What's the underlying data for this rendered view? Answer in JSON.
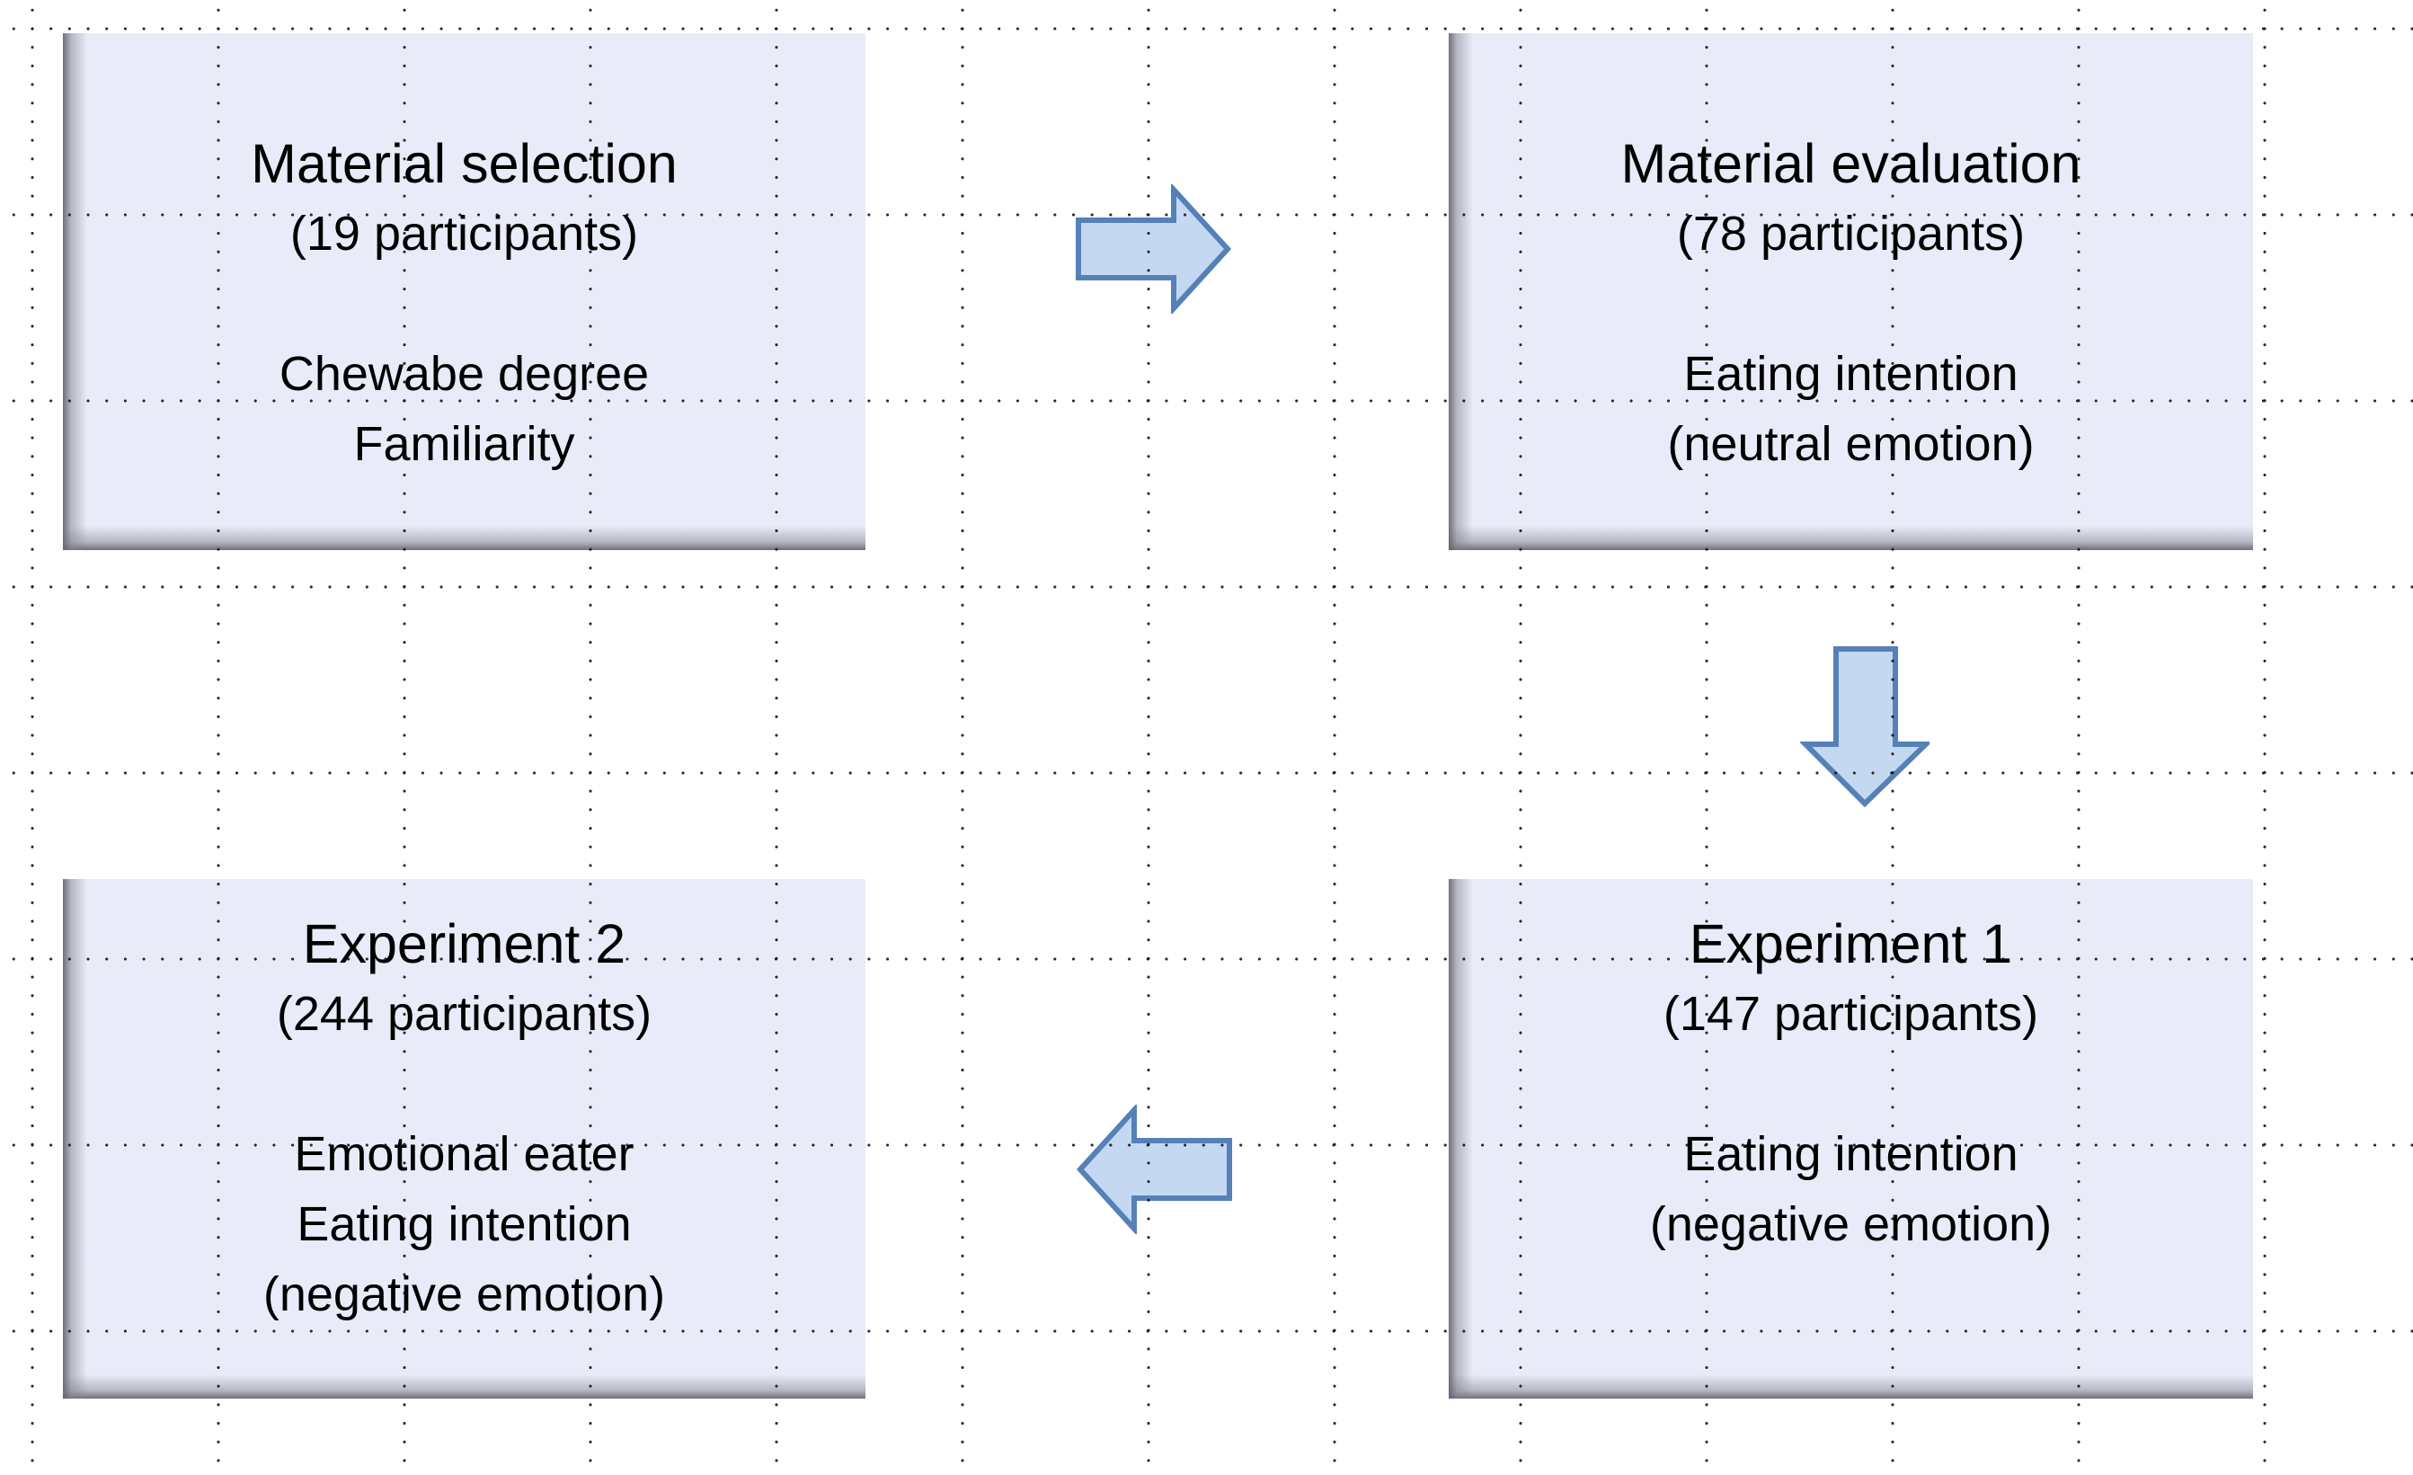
{
  "diagram": {
    "description": "Study flow diagram with four stages connected by block arrows over a dotted grid",
    "boxes": [
      {
        "id": "material-selection",
        "title": "Material selection",
        "subtitle": "(19 participants)",
        "lines": [
          "Chewabe degree",
          "Familiarity"
        ]
      },
      {
        "id": "material-evaluation",
        "title": "Material evaluation",
        "subtitle": "(78 participants)",
        "lines": [
          "Eating intention",
          "(neutral emotion)"
        ]
      },
      {
        "id": "experiment-1",
        "title": "Experiment 1",
        "subtitle": "(147 participants)",
        "lines": [
          "Eating intention",
          "(negative emotion)"
        ]
      },
      {
        "id": "experiment-2",
        "title": "Experiment 2",
        "subtitle": "(244 participants)",
        "lines": [
          "Emotional eater",
          "Eating intention",
          "(negative emotion)"
        ]
      }
    ],
    "arrows": [
      {
        "direction": "right",
        "from": "material-selection",
        "to": "material-evaluation"
      },
      {
        "direction": "down",
        "from": "material-evaluation",
        "to": "experiment-1"
      },
      {
        "direction": "left",
        "from": "experiment-1",
        "to": "experiment-2"
      }
    ],
    "colors": {
      "background": "#ffffff",
      "box_fill": "#e9ebf8",
      "box_shadow_band": "#62626e",
      "arrow_fill": "#c5d8f1",
      "arrow_stroke": "#5580b8",
      "grid_dot": "#181818",
      "text": "#000000"
    }
  }
}
